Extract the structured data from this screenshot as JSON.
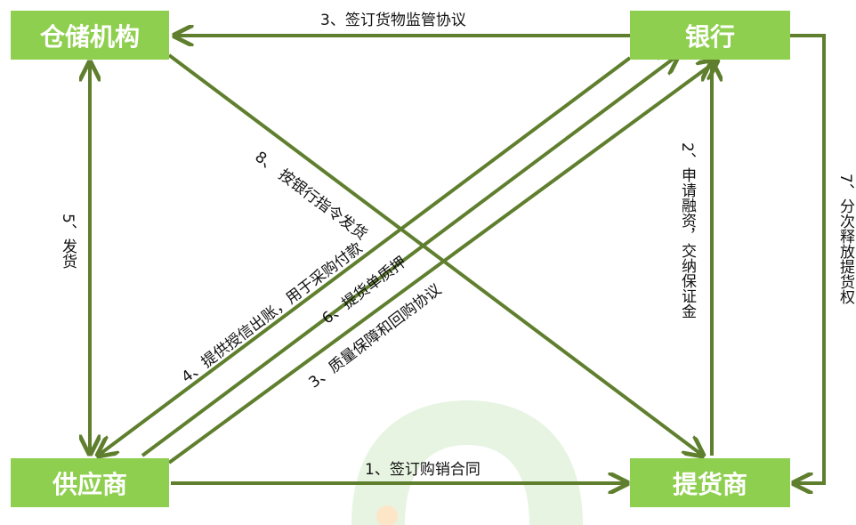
{
  "colors": {
    "box_fill": "#8fcf4f",
    "box_text": "#ffffff",
    "arrow": "#5f7f2e",
    "watermark_green": "#e6f4e1",
    "watermark_orange": "#fde6c7"
  },
  "nodes": {
    "warehouse": "仓储机构",
    "bank": "银行",
    "supplier": "供应商",
    "distributor": "提货商"
  },
  "edges": {
    "e1": "1、签订购销合同",
    "e2": "2、申请融资，交纳保证金",
    "e3_top": "3、签订货物监管协议",
    "e3_diag": "3、质量保障和回购协议",
    "e4": "4、提供授信出账，用于采购付款",
    "e5": "5、发货",
    "e6": "6、提货单质押",
    "e7": "7、分次释放提货权",
    "e8": "8、 按银行指令发货"
  }
}
